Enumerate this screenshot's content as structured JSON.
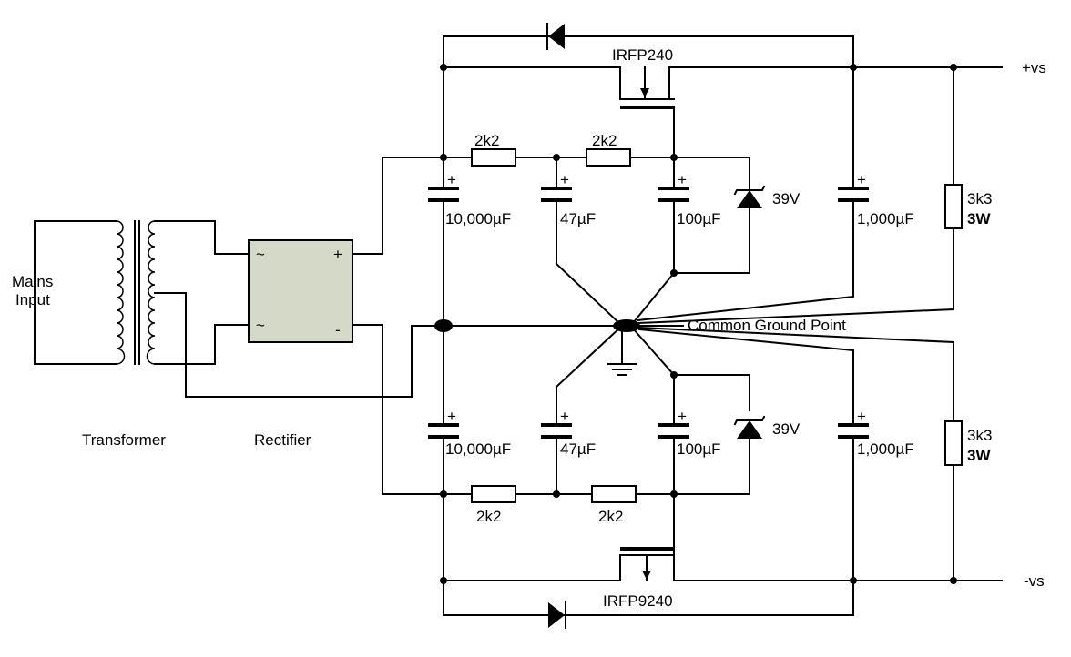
{
  "labels": {
    "mains_line1": "Mains",
    "mains_line2": "Input",
    "transformer": "Transformer",
    "rectifier": "Rectifier",
    "rect_ac1": "~",
    "rect_ac2": "~",
    "rect_plus": "+",
    "rect_minus": "-",
    "mosfet_top": "IRFP240",
    "mosfet_bottom": "IRFP9240",
    "common_ground": "Common Ground Point",
    "vs_plus": "+vs",
    "vs_minus": "-vs",
    "r_top_1": "2k2",
    "r_top_2": "2k2",
    "r_bot_1": "2k2",
    "r_bot_2": "2k2",
    "c_top_main": "10,000µF",
    "c_top_47": "47µF",
    "c_top_100": "100µF",
    "c_top_1000": "1,000µF",
    "c_bot_main": "10,000µF",
    "c_bot_47": "47µF",
    "c_bot_100": "100µF",
    "c_bot_1000": "1,000µF",
    "zener_top": "39V",
    "zener_bot": "39V",
    "bleed_top_value": "3k3",
    "bleed_top_power": "3W",
    "bleed_bot_value": "3k3",
    "bleed_bot_power": "3W",
    "cap_plus": "+"
  },
  "colors": {
    "rectifier_fill": "#d5d9c7",
    "wire": "#000000"
  }
}
